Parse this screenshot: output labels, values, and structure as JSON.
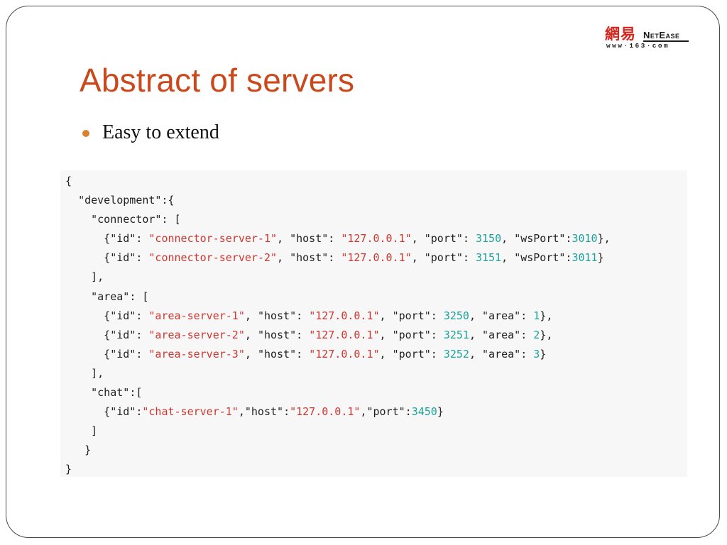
{
  "slide": {
    "title": "Abstract of servers",
    "bullets": [
      {
        "text": "Easy to extend"
      }
    ]
  },
  "logo": {
    "mark": "網易",
    "name": "NetEase",
    "url": "www·163·com"
  },
  "colors": {
    "title": "#c9491d",
    "bullet": "#d9812f",
    "json_key": "#222222",
    "json_string": "#d0362f",
    "json_number": "#1aa39a",
    "code_background": "#f7f7f7"
  },
  "code": {
    "language": "json",
    "lines": [
      [
        {
          "t": "p",
          "v": "{"
        }
      ],
      [
        {
          "t": "p",
          "v": "  "
        },
        {
          "t": "k",
          "v": "\"development\""
        },
        {
          "t": "p",
          "v": ":{"
        }
      ],
      [
        {
          "t": "p",
          "v": "    "
        },
        {
          "t": "k",
          "v": "\"connector\""
        },
        {
          "t": "p",
          "v": ": ["
        }
      ],
      [
        {
          "t": "p",
          "v": "      {"
        },
        {
          "t": "k",
          "v": "\"id\""
        },
        {
          "t": "p",
          "v": ": "
        },
        {
          "t": "s",
          "v": "\"connector-server-1\""
        },
        {
          "t": "p",
          "v": ", "
        },
        {
          "t": "k",
          "v": "\"host\""
        },
        {
          "t": "p",
          "v": ": "
        },
        {
          "t": "s",
          "v": "\"127.0.0.1\""
        },
        {
          "t": "p",
          "v": ", "
        },
        {
          "t": "k",
          "v": "\"port\""
        },
        {
          "t": "p",
          "v": ": "
        },
        {
          "t": "n",
          "v": "3150"
        },
        {
          "t": "p",
          "v": ", "
        },
        {
          "t": "k",
          "v": "\"wsPort\""
        },
        {
          "t": "p",
          "v": ":"
        },
        {
          "t": "n",
          "v": "3010"
        },
        {
          "t": "p",
          "v": "},"
        }
      ],
      [
        {
          "t": "p",
          "v": "      {"
        },
        {
          "t": "k",
          "v": "\"id\""
        },
        {
          "t": "p",
          "v": ": "
        },
        {
          "t": "s",
          "v": "\"connector-server-2\""
        },
        {
          "t": "p",
          "v": ", "
        },
        {
          "t": "k",
          "v": "\"host\""
        },
        {
          "t": "p",
          "v": ": "
        },
        {
          "t": "s",
          "v": "\"127.0.0.1\""
        },
        {
          "t": "p",
          "v": ", "
        },
        {
          "t": "k",
          "v": "\"port\""
        },
        {
          "t": "p",
          "v": ": "
        },
        {
          "t": "n",
          "v": "3151"
        },
        {
          "t": "p",
          "v": ", "
        },
        {
          "t": "k",
          "v": "\"wsPort\""
        },
        {
          "t": "p",
          "v": ":"
        },
        {
          "t": "n",
          "v": "3011"
        },
        {
          "t": "p",
          "v": "}"
        }
      ],
      [
        {
          "t": "p",
          "v": "    ],"
        }
      ],
      [
        {
          "t": "p",
          "v": "    "
        },
        {
          "t": "k",
          "v": "\"area\""
        },
        {
          "t": "p",
          "v": ": ["
        }
      ],
      [
        {
          "t": "p",
          "v": "      {"
        },
        {
          "t": "k",
          "v": "\"id\""
        },
        {
          "t": "p",
          "v": ": "
        },
        {
          "t": "s",
          "v": "\"area-server-1\""
        },
        {
          "t": "p",
          "v": ", "
        },
        {
          "t": "k",
          "v": "\"host\""
        },
        {
          "t": "p",
          "v": ": "
        },
        {
          "t": "s",
          "v": "\"127.0.0.1\""
        },
        {
          "t": "p",
          "v": ", "
        },
        {
          "t": "k",
          "v": "\"port\""
        },
        {
          "t": "p",
          "v": ": "
        },
        {
          "t": "n",
          "v": "3250"
        },
        {
          "t": "p",
          "v": ", "
        },
        {
          "t": "k",
          "v": "\"area\""
        },
        {
          "t": "p",
          "v": ": "
        },
        {
          "t": "n",
          "v": "1"
        },
        {
          "t": "p",
          "v": "},"
        }
      ],
      [
        {
          "t": "p",
          "v": "      {"
        },
        {
          "t": "k",
          "v": "\"id\""
        },
        {
          "t": "p",
          "v": ": "
        },
        {
          "t": "s",
          "v": "\"area-server-2\""
        },
        {
          "t": "p",
          "v": ", "
        },
        {
          "t": "k",
          "v": "\"host\""
        },
        {
          "t": "p",
          "v": ": "
        },
        {
          "t": "s",
          "v": "\"127.0.0.1\""
        },
        {
          "t": "p",
          "v": ", "
        },
        {
          "t": "k",
          "v": "\"port\""
        },
        {
          "t": "p",
          "v": ": "
        },
        {
          "t": "n",
          "v": "3251"
        },
        {
          "t": "p",
          "v": ", "
        },
        {
          "t": "k",
          "v": "\"area\""
        },
        {
          "t": "p",
          "v": ": "
        },
        {
          "t": "n",
          "v": "2"
        },
        {
          "t": "p",
          "v": "},"
        }
      ],
      [
        {
          "t": "p",
          "v": "      {"
        },
        {
          "t": "k",
          "v": "\"id\""
        },
        {
          "t": "p",
          "v": ": "
        },
        {
          "t": "s",
          "v": "\"area-server-3\""
        },
        {
          "t": "p",
          "v": ", "
        },
        {
          "t": "k",
          "v": "\"host\""
        },
        {
          "t": "p",
          "v": ": "
        },
        {
          "t": "s",
          "v": "\"127.0.0.1\""
        },
        {
          "t": "p",
          "v": ", "
        },
        {
          "t": "k",
          "v": "\"port\""
        },
        {
          "t": "p",
          "v": ": "
        },
        {
          "t": "n",
          "v": "3252"
        },
        {
          "t": "p",
          "v": ", "
        },
        {
          "t": "k",
          "v": "\"area\""
        },
        {
          "t": "p",
          "v": ": "
        },
        {
          "t": "n",
          "v": "3"
        },
        {
          "t": "p",
          "v": "}"
        }
      ],
      [
        {
          "t": "p",
          "v": "    ],"
        }
      ],
      [
        {
          "t": "p",
          "v": "    "
        },
        {
          "t": "k",
          "v": "\"chat\""
        },
        {
          "t": "p",
          "v": ":["
        }
      ],
      [
        {
          "t": "p",
          "v": "      {"
        },
        {
          "t": "k",
          "v": "\"id\""
        },
        {
          "t": "p",
          "v": ":"
        },
        {
          "t": "s",
          "v": "\"chat-server-1\""
        },
        {
          "t": "p",
          "v": ","
        },
        {
          "t": "k",
          "v": "\"host\""
        },
        {
          "t": "p",
          "v": ":"
        },
        {
          "t": "s",
          "v": "\"127.0.0.1\""
        },
        {
          "t": "p",
          "v": ","
        },
        {
          "t": "k",
          "v": "\"port\""
        },
        {
          "t": "p",
          "v": ":"
        },
        {
          "t": "n",
          "v": "3450"
        },
        {
          "t": "p",
          "v": "}"
        }
      ],
      [
        {
          "t": "p",
          "v": "    ]"
        }
      ],
      [
        {
          "t": "p",
          "v": "   }"
        }
      ],
      [
        {
          "t": "p",
          "v": "}"
        }
      ]
    ]
  }
}
